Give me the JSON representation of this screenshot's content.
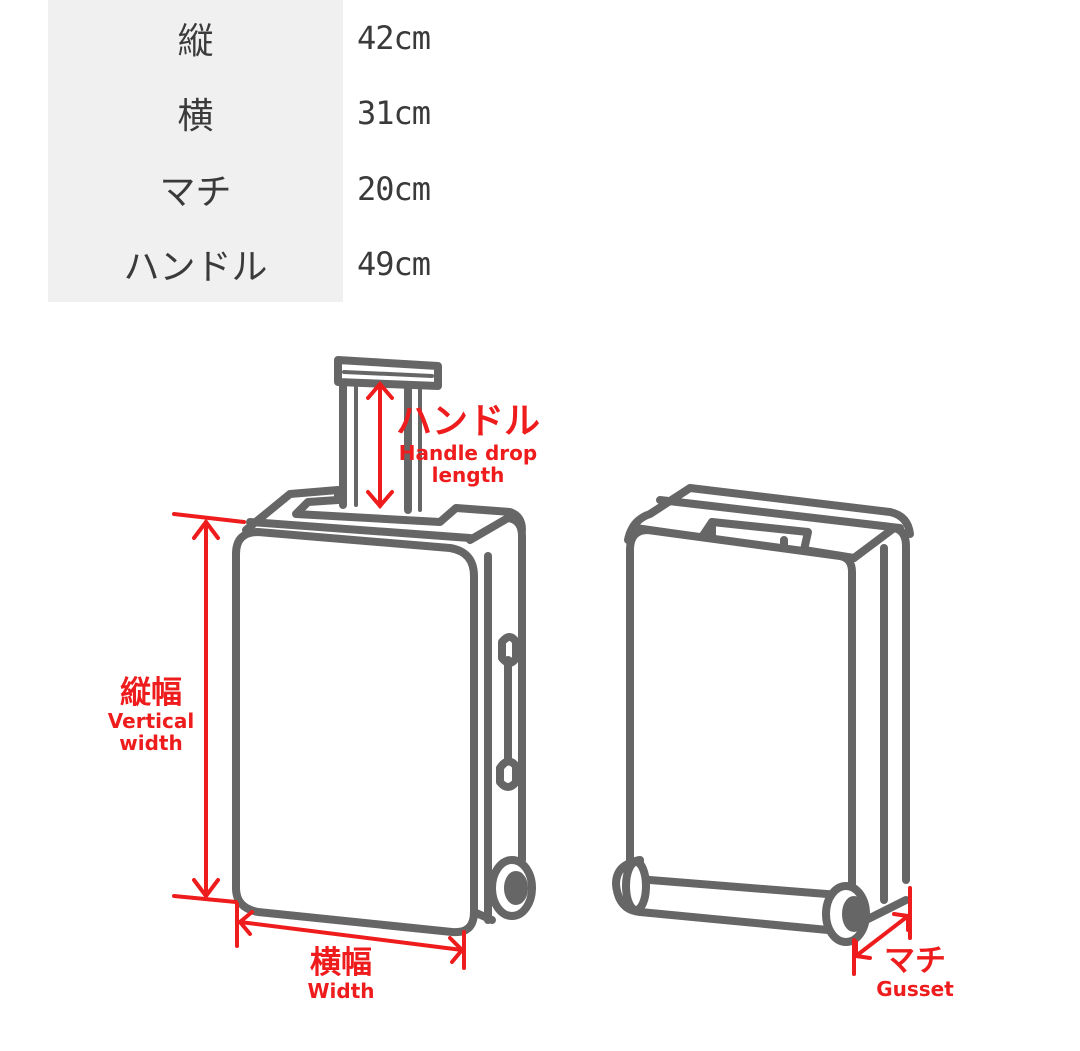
{
  "spec_table": {
    "rows": [
      {
        "label": "縦",
        "value": "42cm"
      },
      {
        "label": "横",
        "value": "31cm"
      },
      {
        "label": "マチ",
        "value": "20cm"
      },
      {
        "label": "ハンドル",
        "value": "49cm"
      }
    ]
  },
  "diagram": {
    "stroke_color": "#666666",
    "accent_color": "#ee1c1c",
    "labels": {
      "handle": {
        "jp": "ハンドル",
        "en_line1": "Handle drop",
        "en_line2": "length"
      },
      "vertical": {
        "jp": "縦幅",
        "en_line1": "Vertical",
        "en_line2": "width"
      },
      "width": {
        "jp": "横幅",
        "en_line1": "Width"
      },
      "gusset": {
        "jp": "マチ",
        "en_line1": "Gusset"
      }
    }
  }
}
